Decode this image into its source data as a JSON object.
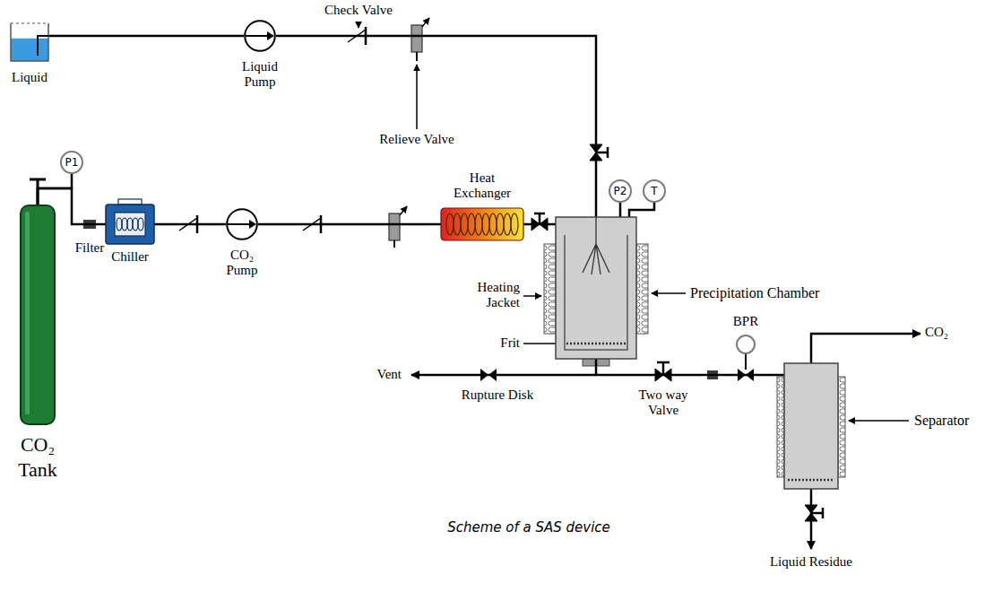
{
  "diagram": {
    "caption": "Scheme of a SAS device",
    "nodes": [
      {
        "text": [
          "Liquid"
        ]
      },
      {
        "text": [
          "Liquid Pump"
        ]
      },
      {
        "text": [
          "CO₂ Tank"
        ]
      },
      {
        "text": [
          "P1"
        ]
      },
      {
        "text": [
          "Chiller"
        ]
      },
      {
        "text": [
          "CO₂ Pump"
        ]
      },
      {
        "text": [
          "Heat Exchanger"
        ]
      },
      {
        "text": [
          "Precipitation Chamber"
        ]
      },
      {
        "text": [
          "P2"
        ]
      },
      {
        "text": [
          "T"
        ]
      },
      {
        "text": [
          "Separator"
        ]
      }
    ],
    "edges": [
      {
        "from": 0,
        "to": 1,
        "arrow": "none"
      },
      {
        "from": 1,
        "to": 7,
        "arrow": "none"
      },
      {
        "from": 2,
        "to": 4,
        "arrow": "none"
      },
      {
        "from": 3,
        "to": 2,
        "arrow": "none"
      },
      {
        "from": 4,
        "to": 5,
        "arrow": "none"
      },
      {
        "from": 5,
        "to": 6,
        "arrow": "none"
      },
      {
        "from": 6,
        "to": 7,
        "arrow": "none"
      },
      {
        "from": 8,
        "to": 7,
        "arrow": "none"
      },
      {
        "from": 9,
        "to": 7,
        "arrow": "none"
      },
      {
        "from": 7,
        "to": 10,
        "arrow": "none"
      }
    ],
    "labels": [
      "Check Valve",
      "Relieve Valve",
      "Filter",
      "Heating Jacket",
      "Frit",
      "Vent",
      "Rupture Disk",
      "Two way Valve",
      "BPR",
      "CO₂",
      "Liquid Residue"
    ]
  }
}
